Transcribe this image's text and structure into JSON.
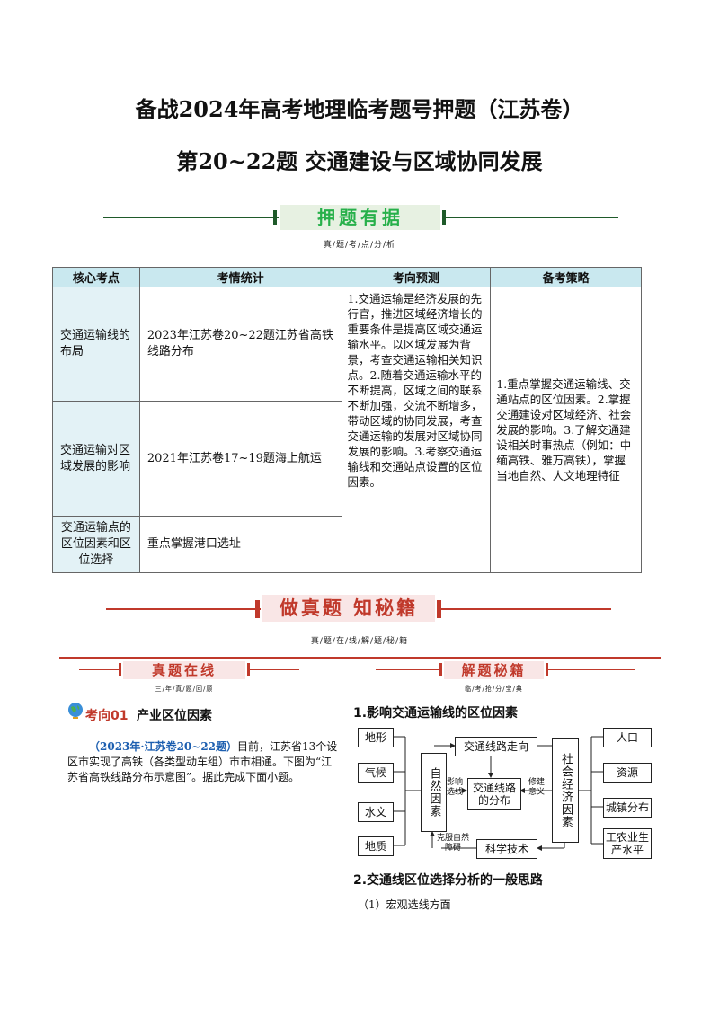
{
  "title": "备战2024年高考地理临考题号押题（江苏卷）",
  "subtitle": "第20~22题  交通建设与区域协同发展",
  "section1": {
    "banner": "押题有据",
    "caption": "真/题/考/点/分/析"
  },
  "table": {
    "headers": [
      "核心考点",
      "考情统计",
      "考向预测",
      "备考策略"
    ],
    "rows": [
      {
        "point": "交通运输线的布局",
        "stat": "2023年江苏卷20~22题江苏省高铁线路分布"
      },
      {
        "point": "交通运输对区域发展的影响",
        "stat": "2021年江苏卷17~19题海上航运"
      },
      {
        "point": "交通运输点的区位因素和区位选择",
        "stat": "重点掌握港口选址"
      }
    ],
    "forecast": "1.交通运输是经济发展的先行官，推进区域经济增长的重要条件是提高区域交通运输水平。以区域发展为背景，考查交通运输相关知识点。2.随着交通运输水平的不断提高，区域之间的联系不断加强，交流不断增多，带动区域的协同发展，考查交通运输的发展对区域协同发展的影响。3.考察交通运输线和交通站点设置的区位因素。",
    "strategy": "1.重点掌握交通运输线、交通站点的区位因素。2.掌握交通建设对区域经济、社会发展的影响。3.了解交通建设相关时事热点（例如：中缅高铁、雅万高铁），掌握当地自然、人文地理特征"
  },
  "section2": {
    "banner": "做真题  知秘籍",
    "caption": "真/题/在/线/解/题/秘/籍"
  },
  "left_col": {
    "banner": "真题在线",
    "caption": "三/年/真/题/回/顾",
    "heading_prefix": "考向01",
    "heading": "产业区位因素",
    "source": "（2023年·江苏卷20~22题）",
    "body": "目前，江苏省13个设区市实现了高铁（各类型动车组）市市相通。下图为“江苏省高铁线路分布示意图”。据此完成下面小题。"
  },
  "right_col": {
    "banner": "解题秘籍",
    "caption": "临/考/抢/分/宝/典",
    "h1": "1.影响交通运输线的区位因素",
    "diagram": {
      "natural_left": [
        "地形",
        "气候",
        "水文",
        "地质"
      ],
      "natural_core": "自然因素",
      "top_box": "交通线路走向",
      "center_box": "交通线路的分布",
      "bottom_box": "科学技术",
      "social_core": "社会经济因素",
      "social_right": [
        "人口",
        "资源",
        "城镇分布",
        "工农业生产水平"
      ],
      "label_influence": "影响选线",
      "label_build": "修建意义",
      "label_overcome": "克服自然障碍"
    },
    "h2": "2.交通线区位选择分析的一般思路",
    "h2_sub": "（1）宏观选线方面"
  }
}
